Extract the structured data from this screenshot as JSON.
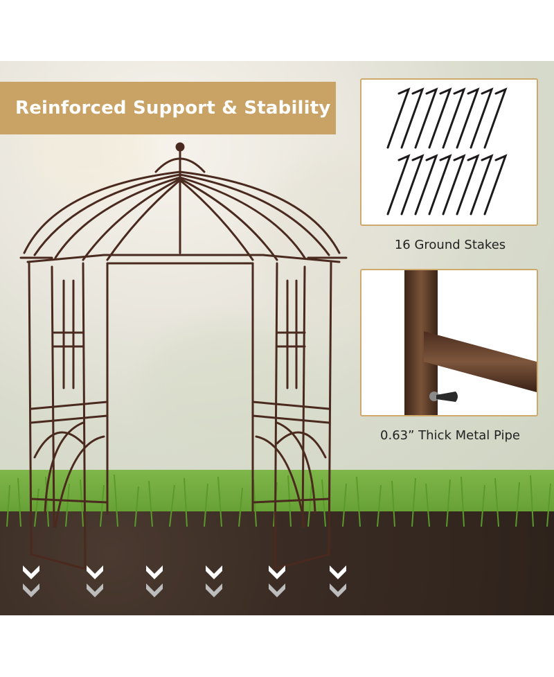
{
  "banner": {
    "title": "Reinforced Support & Stability"
  },
  "features": [
    {
      "caption": "16 Ground Stakes",
      "icon": "ground-stakes-image"
    },
    {
      "caption": "0.63” Thick Metal Pipe",
      "icon": "metal-pipe-image"
    }
  ],
  "colors": {
    "banner": "#c9a366",
    "panel_border": "#cfa86b",
    "frame": "#4a2a1e",
    "soil": "#3a2c24",
    "grass": "#6aa83a"
  }
}
